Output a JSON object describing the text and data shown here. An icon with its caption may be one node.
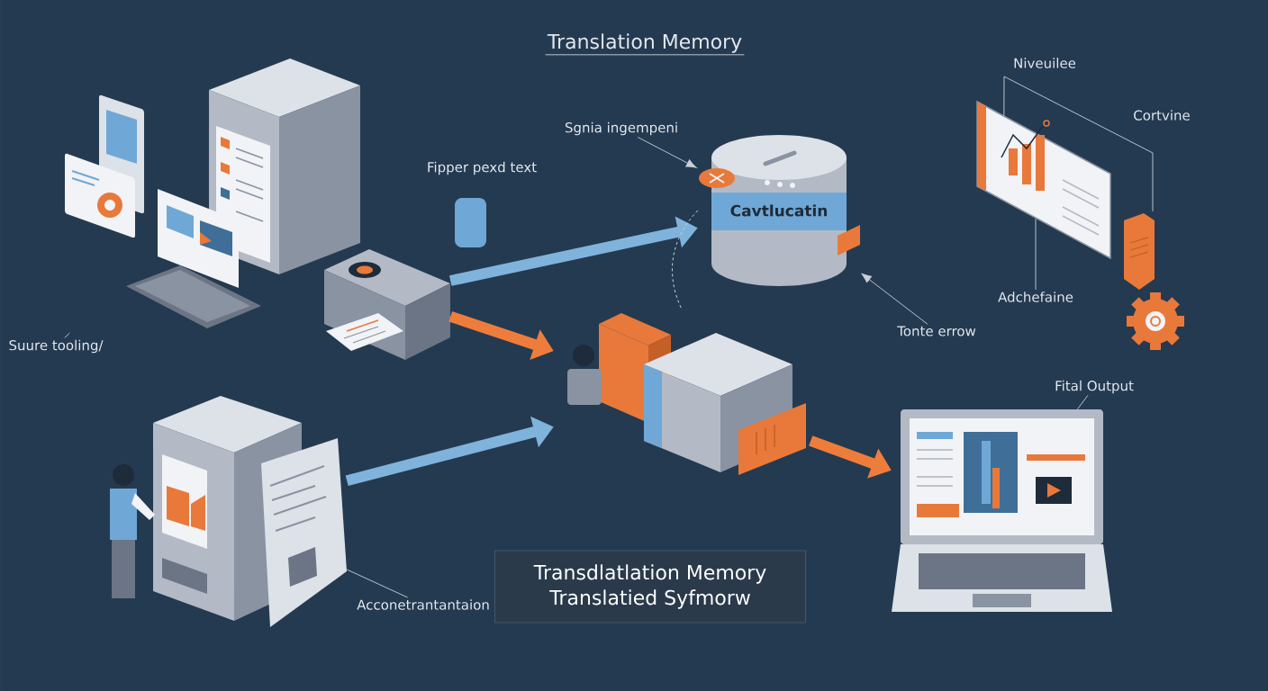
{
  "diagram": {
    "title": "Translation Memory",
    "nodes": [
      {
        "text": [
          "Suure tooling/"
        ]
      },
      {
        "text": [],
        "shape": "picture"
      },
      {
        "text": [],
        "shape": "picture"
      },
      {
        "text": [
          "Sgnia ingempeni"
        ]
      },
      {
        "text": [
          "Cavtlucatin"
        ]
      },
      {
        "text": [],
        "shape": "picture"
      },
      {
        "text": [],
        "shape": "picture"
      },
      {
        "text": [],
        "shape": "picture"
      },
      {
        "text": [
          "Adchefaine"
        ]
      },
      {
        "text": [
          "Tonte errow"
        ]
      },
      {
        "text": [],
        "shape": "picture"
      },
      {
        "text": [
          "Fital Output"
        ]
      },
      {
        "text": [],
        "shape": "picture"
      },
      {
        "text": [
          "Acconetrantantaion"
        ]
      },
      {
        "text": [
          "Transdlatlation Memory",
          "Translatied Syfmorw"
        ]
      }
    ],
    "edges": [
      {
        "from": 2,
        "to": 4,
        "arrow": "to",
        "style": "thick",
        "color": "#7fb3dc"
      },
      {
        "from": 2,
        "to": 5,
        "arrow": "to",
        "style": "thick",
        "color": "#ee7d3c"
      },
      {
        "from": 12,
        "to": 5,
        "arrow": "to",
        "style": "thick",
        "color": "#7fb3dc"
      },
      {
        "from": 5,
        "to": 10,
        "arrow": "to",
        "style": "thick",
        "color": "#ee7d3c"
      },
      {
        "from": 4,
        "to": 5,
        "arrow": "none",
        "style": "dashed"
      },
      {
        "from": 0,
        "to": 1,
        "arrow": "none"
      },
      {
        "from": 3,
        "to": 4,
        "arrow": "to"
      },
      {
        "from": 6,
        "to": 7,
        "arrow": "none"
      },
      {
        "from": 8,
        "to": 6,
        "arrow": "none"
      },
      {
        "from": 9,
        "to": 4,
        "arrow": "to"
      },
      {
        "from": 11,
        "to": 10,
        "arrow": "none"
      },
      {
        "from": 13,
        "to": 12,
        "arrow": "none"
      }
    ],
    "labels": [
      "Fipper pexd text",
      "Niveuilee",
      "Cortvine"
    ]
  }
}
